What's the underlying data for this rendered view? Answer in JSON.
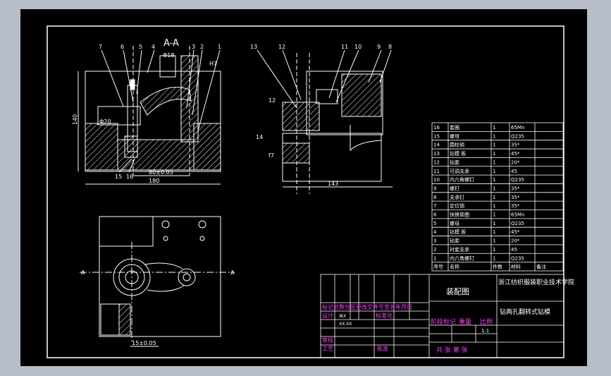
{
  "viewer": {
    "background_color": "#b7bec9",
    "canvas_color": "#000000"
  },
  "drawing": {
    "section_label": "A-A",
    "callouts_left": [
      "7",
      "6",
      "5",
      "4",
      "3",
      "2",
      "1"
    ],
    "callouts_right": [
      "13",
      "12",
      "11",
      "10",
      "9",
      "8"
    ],
    "callouts_bottom": [
      "15",
      "16"
    ],
    "dims": {
      "height_140": "140",
      "width_180": "180",
      "fit_80": "80±0.05",
      "width_143": "143",
      "left_14": "14",
      "phi18": "Φ18",
      "h7": "H7",
      "f7": "f7",
      "phi20": "Φ20",
      "small_12": "12",
      "small_14": "14",
      "bottom_15": "15±0.05"
    },
    "section_marks": [
      "A",
      "A"
    ]
  },
  "parts_list": {
    "rows": [
      {
        "no": "16",
        "name": "套圈",
        "qty": "1",
        "material": "65Mn",
        "note": ""
      },
      {
        "no": "15",
        "name": "螺母",
        "qty": "1",
        "material": "Q235",
        "note": ""
      },
      {
        "no": "14",
        "name": "圆柱销",
        "qty": "1",
        "material": "35*",
        "note": ""
      },
      {
        "no": "13",
        "name": "钻模 板",
        "qty": "1",
        "material": "45*",
        "note": ""
      },
      {
        "no": "12",
        "name": "钻套",
        "qty": "1",
        "material": "20*",
        "note": ""
      },
      {
        "no": "11",
        "name": "可调支承",
        "qty": "1",
        "material": "45",
        "note": ""
      },
      {
        "no": "10",
        "name": "内六角螺钉",
        "qty": "1",
        "material": "Q235",
        "note": ""
      },
      {
        "no": "9",
        "name": "螺钉",
        "qty": "1",
        "material": "35*",
        "note": ""
      },
      {
        "no": "8",
        "name": "支承钉",
        "qty": "1",
        "material": "35*",
        "note": ""
      },
      {
        "no": "7",
        "name": "定位销",
        "qty": "1",
        "material": "35*",
        "note": ""
      },
      {
        "no": "6",
        "name": "快换垫圈",
        "qty": "1",
        "material": "65Mn",
        "note": ""
      },
      {
        "no": "5",
        "name": "螺母",
        "qty": "1",
        "material": "Q235",
        "note": ""
      },
      {
        "no": "4",
        "name": "钻模 板",
        "qty": "1",
        "material": "45*",
        "note": ""
      },
      {
        "no": "3",
        "name": "钻套",
        "qty": "1",
        "material": "20*",
        "note": ""
      },
      {
        "no": "2",
        "name": "衬套支承",
        "qty": "1",
        "material": "45",
        "note": ""
      },
      {
        "no": "1",
        "name": "内六角螺钉",
        "qty": "1",
        "material": "Q235",
        "note": ""
      }
    ],
    "header": {
      "no": "序号",
      "name": "名称",
      "qty": "件数",
      "material": "材料",
      "note": "备注"
    }
  },
  "title_block": {
    "school": "浙江纺织服装职业技术学院",
    "drawing_type": "装配图",
    "part_name": "钻两孔翻转式钻模",
    "row_labels": [
      "标记",
      "处数",
      "分区",
      "更改文件号",
      "签名",
      "年月日"
    ],
    "designer_label": "设计",
    "designer_name": "米X",
    "date_value": "XX.XX",
    "standard_label": "标准化",
    "audit_label": "审核",
    "process_label": "工艺",
    "approve_label": "批准",
    "stage_label": "阶段标记",
    "weight_label": "重量",
    "scale_label": "比例",
    "scale_value": "1:1",
    "sheets": "共 张 第 张"
  },
  "colors": {
    "line": "#ffffff",
    "hatch": "#ffffff",
    "callout": "#ffffff",
    "magenta": "#ff40ff",
    "table_text": "#ffffff"
  }
}
